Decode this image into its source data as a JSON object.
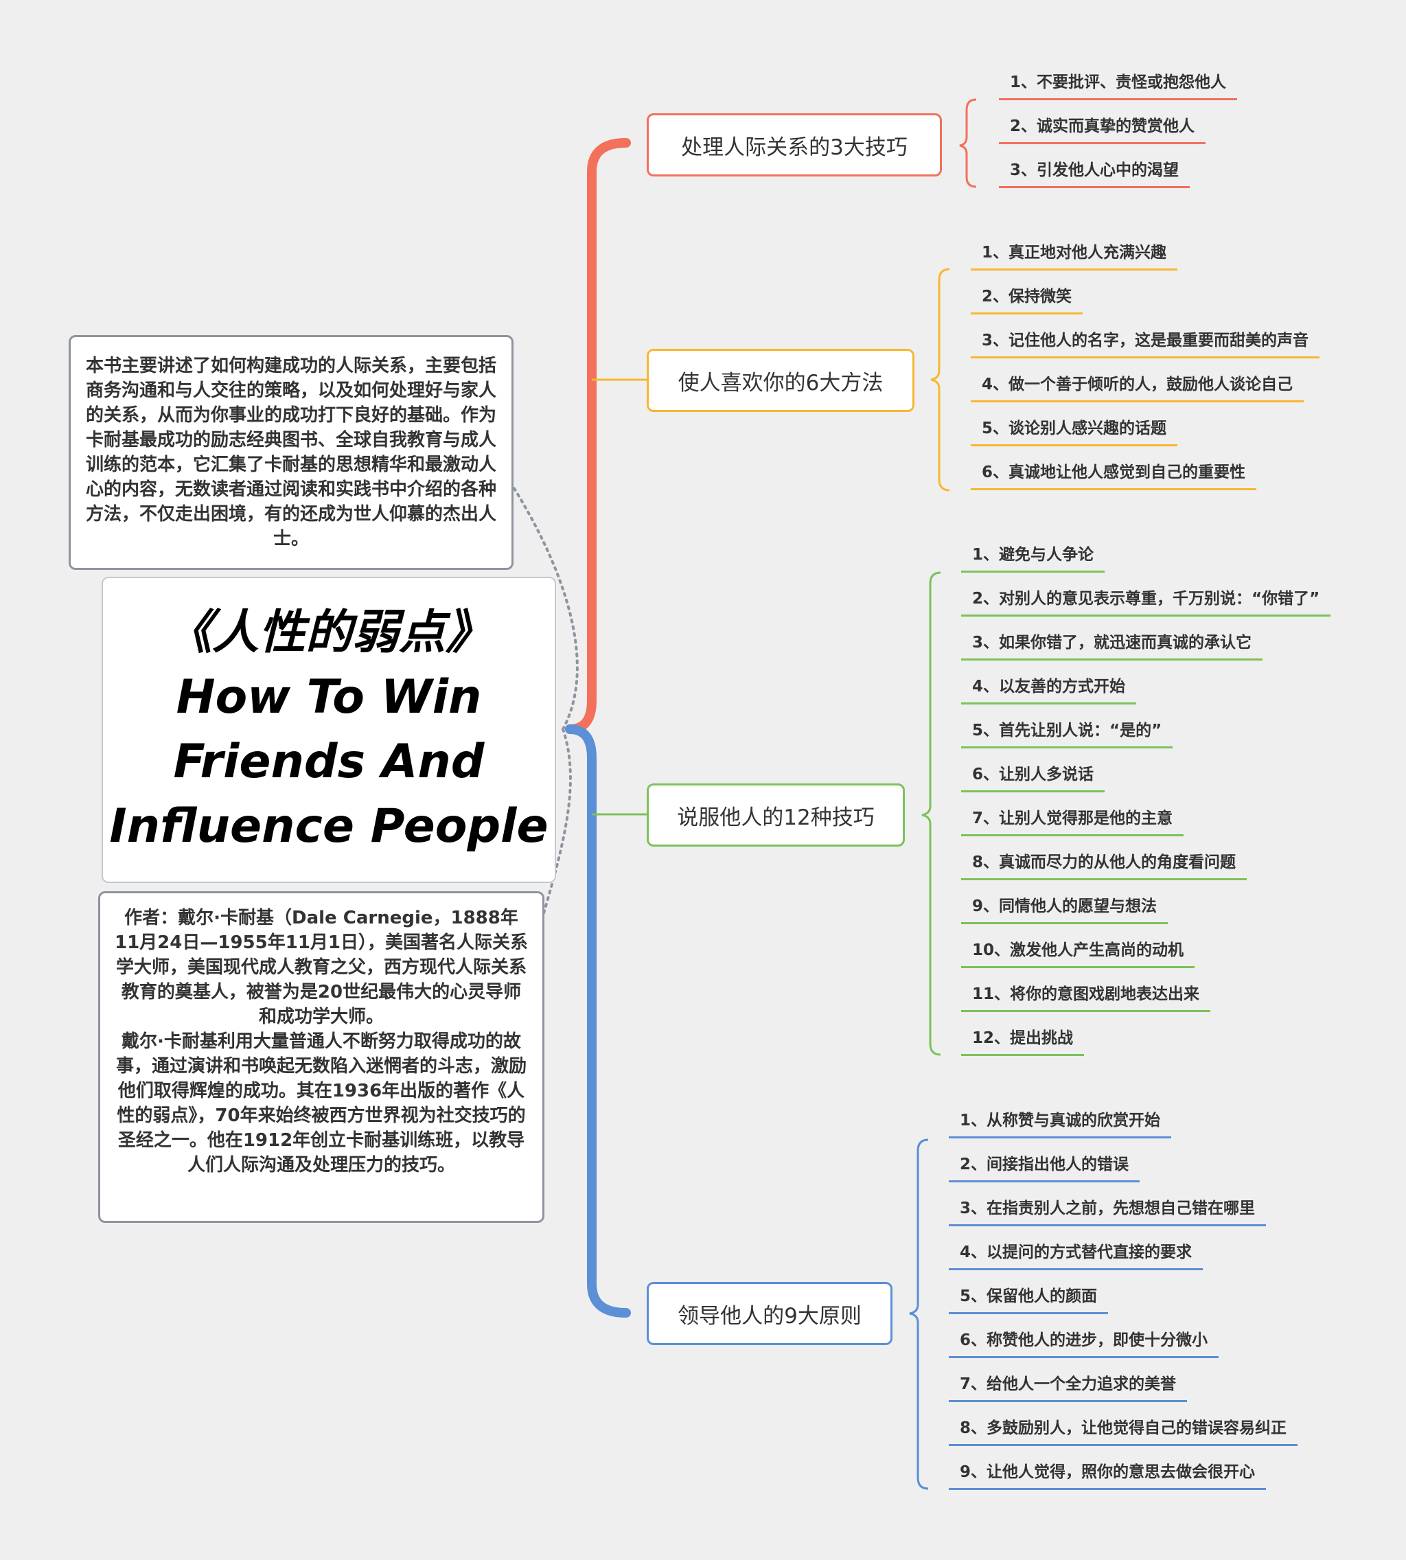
{
  "root": {
    "title_lines": [
      "《人性的弱点》",
      "How To Win",
      "Friends And",
      "Influence People"
    ]
  },
  "notes": {
    "summary": "本书主要讲述了如何构建成功的人际关系，主要包括商务沟通和与人交往的策略，以及如何处理好与家人的关系，从而为你事业的成功打下良好的基础。作为卡耐基最成功的励志经典图书、全球自我教育与成人训练的范本，它汇集了卡耐基的思想精华和最激动人心的内容，无数读者通过阅读和实践书中介绍的各种方法，不仅走出困境，有的还成为世人仰慕的杰出人士。",
    "author_p1": "作者：戴尔·卡耐基（Dale Carnegie，1888年11月24日—1955年11月1日），美国著名人际关系学大师，美国现代成人教育之父，西方现代人际关系教育的奠基人，被誉为是20世纪最伟大的心灵导师和成功学大师。",
    "author_p2": "戴尔·卡耐基利用大量普通人不断努力取得成功的故事，通过演讲和书唤起无数陷入迷惘者的斗志，激励他们取得辉煌的成功。其在1936年出版的著作《人性的弱点》，70年来始终被西方世界视为社交技巧的圣经之一。他在1912年创立卡耐基训练班，以教导人们人际沟通及处理压力的技巧。"
  },
  "colors": {
    "red": "#f3705b",
    "orange": "#f7b731",
    "green": "#7cc15a",
    "blue": "#5b8fd6",
    "dotted": "#8e949e"
  },
  "branches": [
    {
      "label": "处理人际关系的3大技巧",
      "color": "red",
      "items": [
        "1、不要批评、责怪或抱怨他人",
        "2、诚实而真挚的赞赏他人",
        "3、引发他人心中的渴望"
      ]
    },
    {
      "label": "使人喜欢你的6大方法",
      "color": "orange",
      "items": [
        "1、真正地对他人充满兴趣",
        "2、保持微笑",
        "3、记住他人的名字，这是最重要而甜美的声音",
        "4、做一个善于倾听的人，鼓励他人谈论自己",
        "5、谈论别人感兴趣的话题",
        "6、真诚地让他人感觉到自己的重要性"
      ]
    },
    {
      "label": "说服他人的12种技巧",
      "color": "green",
      "items": [
        "1、避免与人争论",
        "2、对别人的意见表示尊重，千万别说：“你错了”",
        "3、如果你错了，就迅速而真诚的承认它",
        "4、以友善的方式开始",
        "5、首先让别人说：“是的”",
        "6、让别人多说话",
        "7、让别人觉得那是他的主意",
        "8、真诚而尽力的从他人的角度看问题",
        "9、同情他人的愿望与想法",
        "10、激发他人产生高尚的动机",
        "11、将你的意图戏剧地表达出来",
        "12、提出挑战"
      ]
    },
    {
      "label": "领导他人的9大原则",
      "color": "blue",
      "items": [
        "1、从称赞与真诚的欣赏开始",
        "2、间接指出他人的错误",
        "3、在指责别人之前，先想想自己错在哪里",
        "4、以提问的方式替代直接的要求",
        "5、保留他人的颜面",
        "6、称赞他人的进步，即使十分微小",
        "7、给他人一个全力追求的美誉",
        "8、多鼓励别人，让他觉得自己的错误容易纠正",
        "9、让他人觉得，照你的意思去做会很开心"
      ]
    }
  ]
}
